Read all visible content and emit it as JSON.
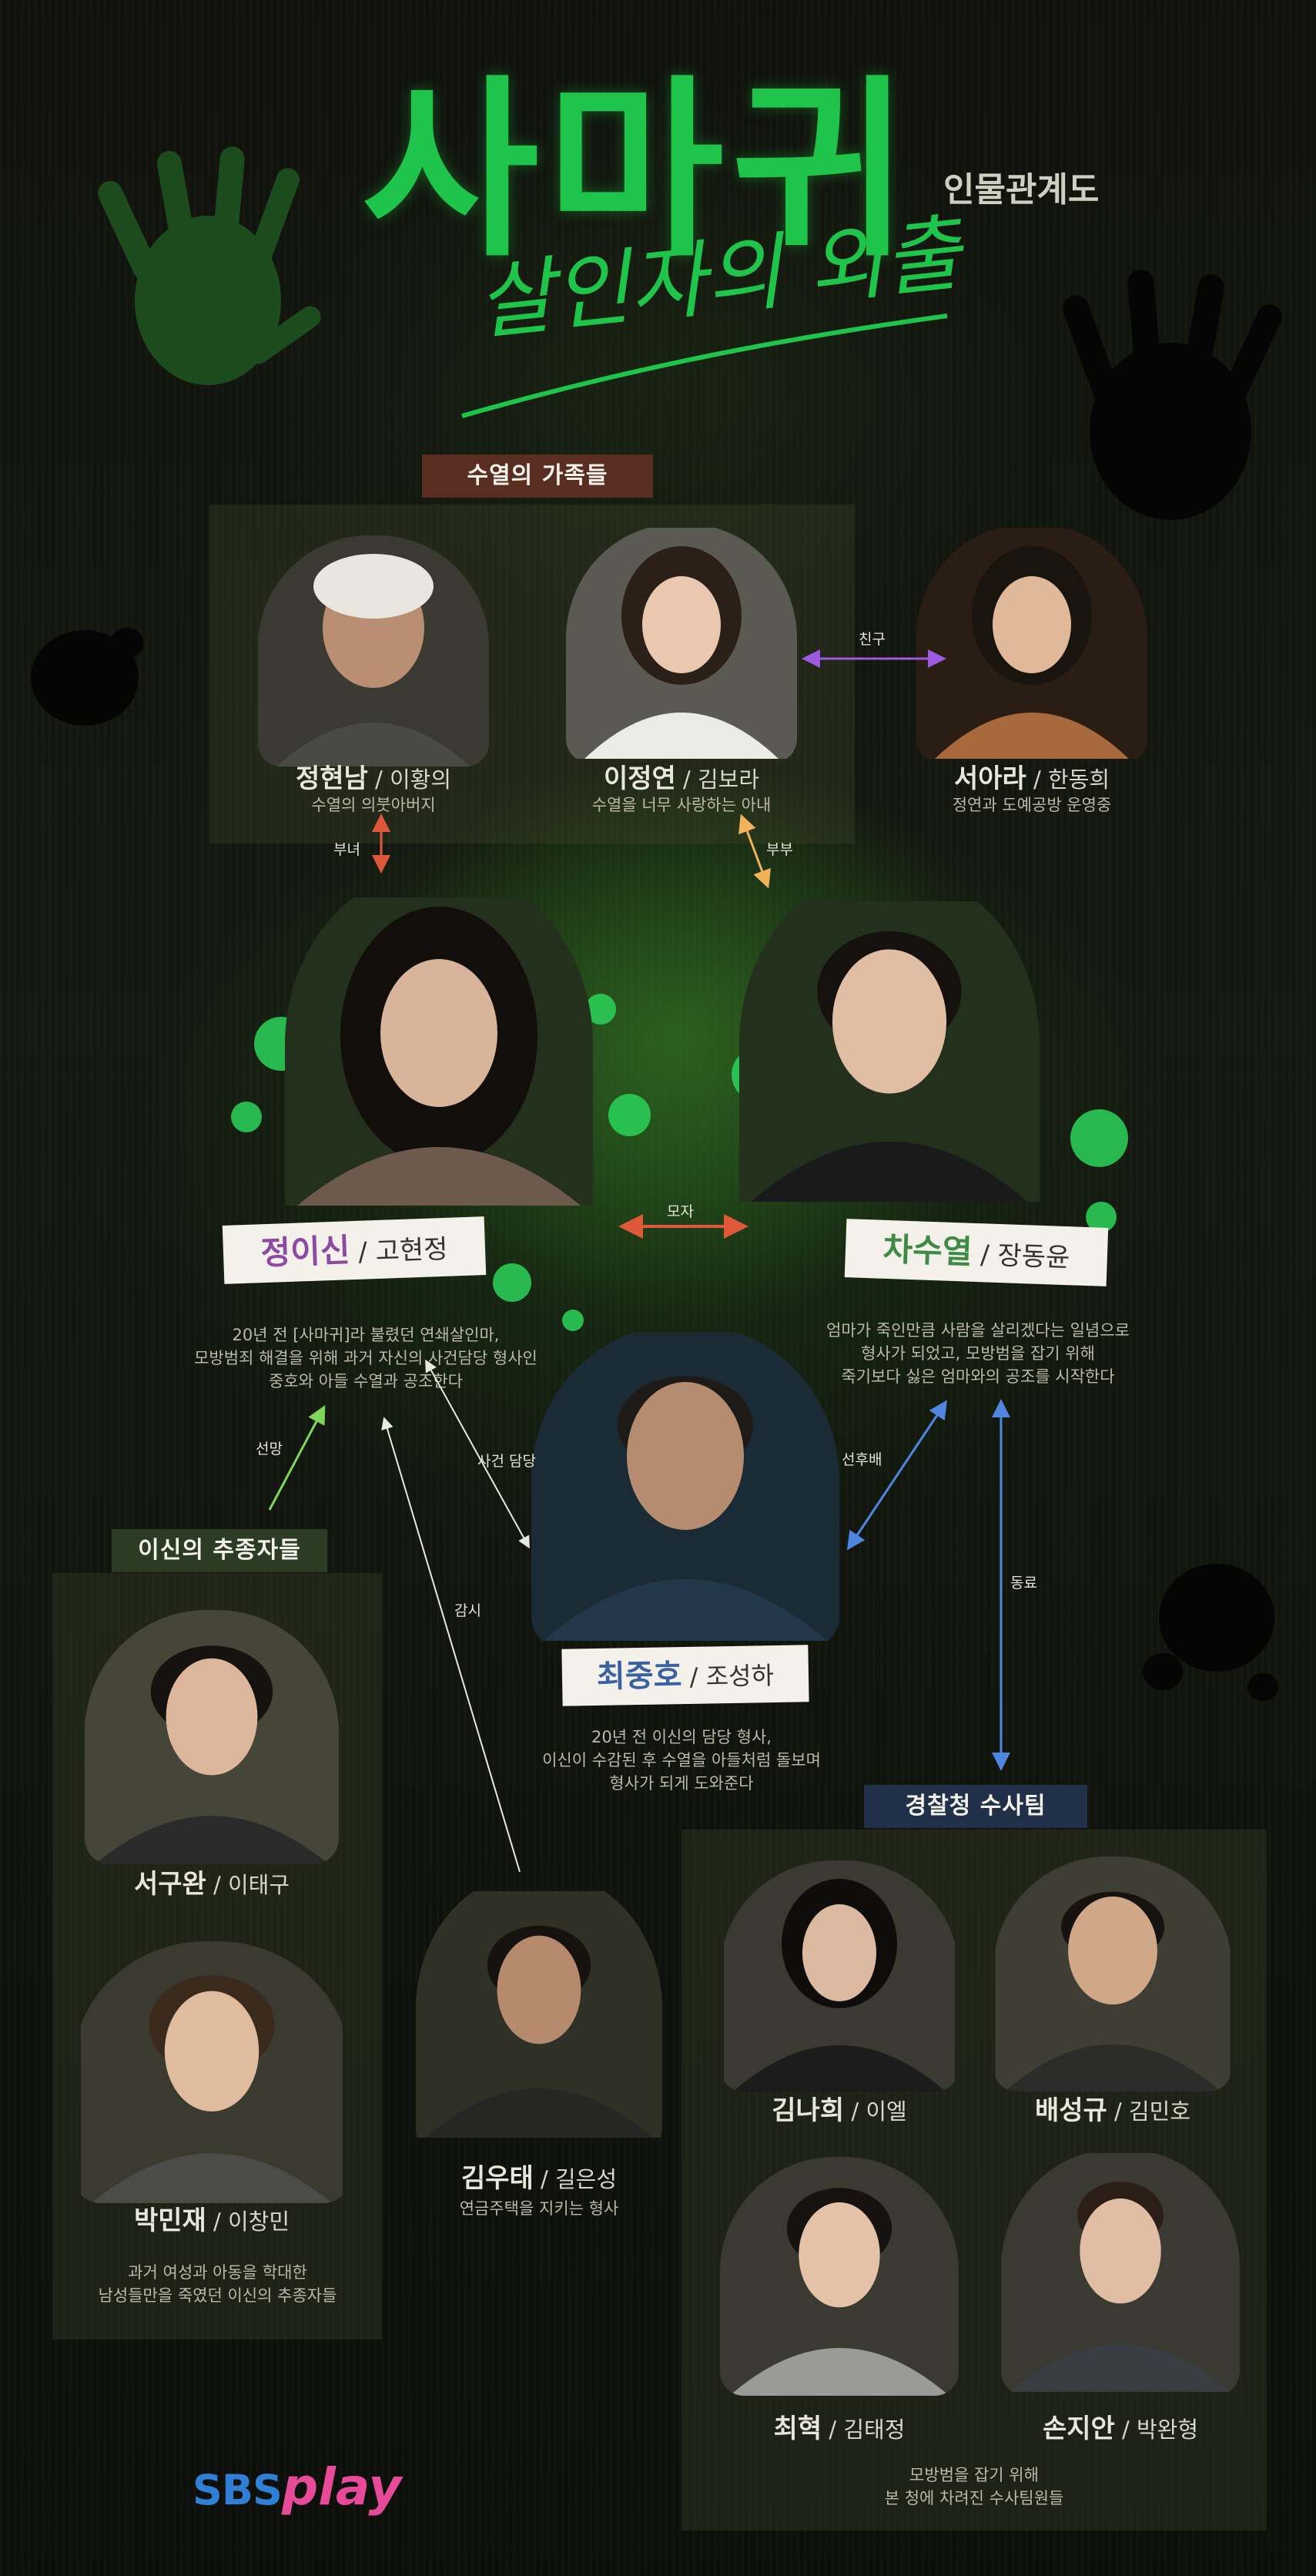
{
  "title": {
    "main": "사마귀",
    "sub": "살인자의 외출",
    "tag": "인물관계도"
  },
  "sections": {
    "family": "수열의 가족들",
    "followers": "이신의 추종자들",
    "police": "경찰청 수사팀"
  },
  "characters": {
    "jung_hyunnam": {
      "name": "정현남",
      "actor": "이황의",
      "desc": "수열의 의붓아버지"
    },
    "lee_jungyeon": {
      "name": "이정연",
      "actor": "김보라",
      "desc": "수열을 너무 사랑하는 아내"
    },
    "seo_ara": {
      "name": "서아라",
      "actor": "한동희",
      "desc": "정연과 도예공방 운영중"
    },
    "jung_ishin": {
      "name": "정이신",
      "actor": "고현정",
      "desc": [
        "20년 전 [사마귀]라 불렸던 연쇄살인마,",
        "모방범죄 해결을 위해 과거 자신의 사건담당 형사인",
        "중호와 아들 수열과 공조한다"
      ]
    },
    "cha_suyeol": {
      "name": "차수열",
      "actor": "장동윤",
      "desc": [
        "엄마가 죽인만큼 사람을 살리겠다는 일념으로",
        "형사가 되었고, 모방범을 잡기 위해",
        "죽기보다 싫은 엄마와의 공조를 시작한다"
      ]
    },
    "choi_jungho": {
      "name": "최중호",
      "actor": "조성하",
      "desc": [
        "20년 전 이신의 담당 형사,",
        "이신이 수감된 후 수열을 아들처럼 돌보며",
        "형사가 되게 도와준다"
      ]
    },
    "seo_guwan": {
      "name": "서구완",
      "actor": "이태구"
    },
    "park_minjae": {
      "name": "박민재",
      "actor": "이창민"
    },
    "followers_desc": [
      "과거 여성과 아동을 학대한",
      "남성들만을 죽였던 이신의 추종자들"
    ],
    "kim_wootae": {
      "name": "김우태",
      "actor": "길은성",
      "desc": "연금주택을 지키는 형사"
    },
    "kim_nahee": {
      "name": "김나희",
      "actor": "이엘"
    },
    "bae_sunggyu": {
      "name": "배성규",
      "actor": "김민호"
    },
    "choi_hyuk": {
      "name": "최혁",
      "actor": "김태정"
    },
    "son_jian": {
      "name": "손지안",
      "actor": "박완형"
    },
    "police_desc": [
      "모방범을 잡기 위해",
      "본 청에 차려진 수사팀원들"
    ]
  },
  "relations": {
    "friend": "친구",
    "father_daughter": "부녀",
    "couple": "부부",
    "mother_son": "모자",
    "envy": "선망",
    "case": "사건 담당",
    "surveil": "감시",
    "senior_junior": "선후배",
    "colleague": "동료"
  },
  "logo": {
    "part1": "SBS",
    "part2": "play"
  },
  "colors": {
    "title_green": "#1fc44a",
    "splat_green": "#2bd45a",
    "arrow_purple": "#9b5ae0",
    "arrow_red": "#e0583a",
    "arrow_orange": "#f0b35a",
    "arrow_green": "#7fd65a",
    "arrow_blue": "#4f86e0",
    "arrow_white": "#e8e8e0",
    "logo_blue": "#2f7fd6",
    "logo_pink": "#e84a9a"
  }
}
